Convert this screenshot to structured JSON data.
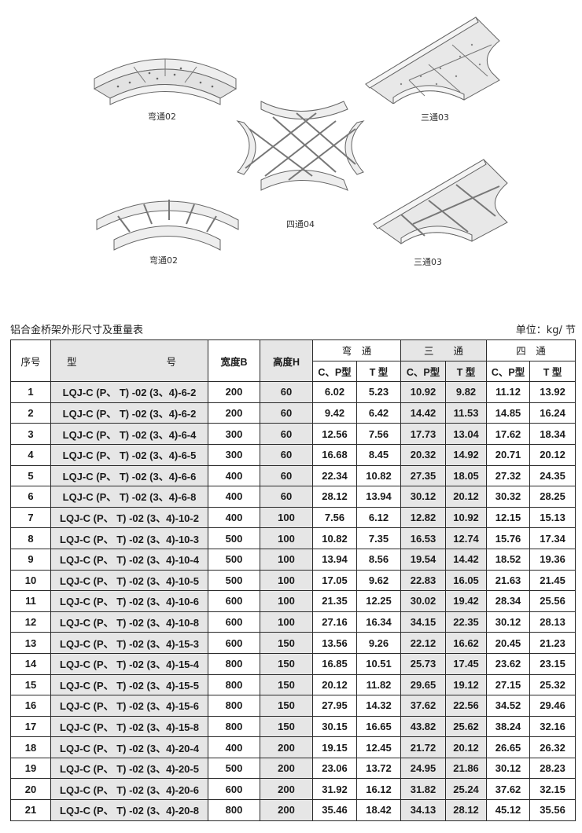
{
  "figures": [
    {
      "id": "elbow-perforated",
      "label": "弯通02"
    },
    {
      "id": "cross-ladder",
      "label": "四通04"
    },
    {
      "id": "tee-perforated",
      "label": "三通03"
    },
    {
      "id": "elbow-ladder",
      "label": "弯通02"
    },
    {
      "id": "tee-ladder",
      "label": "三通03"
    }
  ],
  "table": {
    "title": "铝合金桥架外形尺寸及重量表",
    "unit": "单位：kg/ 节",
    "headers": {
      "index": "序号",
      "model_a": "型",
      "model_b": "号",
      "width": "宽度B",
      "height": "高度H",
      "elbow": "弯　通",
      "tee": "三　　通",
      "cross": "四　通",
      "cp": "C、P型",
      "t": "T 型"
    },
    "rows": [
      [
        "1",
        "LQJ-C (P、 T) -02 (3、4)-6-2",
        "200",
        "60",
        "6.02",
        "5.23",
        "10.92",
        "9.82",
        "11.12",
        "13.92"
      ],
      [
        "2",
        "LQJ-C (P、 T) -02 (3、4)-6-2",
        "200",
        "60",
        "9.42",
        "6.42",
        "14.42",
        "11.53",
        "14.85",
        "16.24"
      ],
      [
        "3",
        "LQJ-C (P、 T) -02 (3、4)-6-4",
        "300",
        "60",
        "12.56",
        "7.56",
        "17.73",
        "13.04",
        "17.62",
        "18.34"
      ],
      [
        "4",
        "LQJ-C (P、 T) -02 (3、4)-6-5",
        "300",
        "60",
        "16.68",
        "8.45",
        "20.32",
        "14.92",
        "20.71",
        "20.12"
      ],
      [
        "5",
        "LQJ-C (P、 T) -02 (3、4)-6-6",
        "400",
        "60",
        "22.34",
        "10.82",
        "27.35",
        "18.05",
        "27.32",
        "24.35"
      ],
      [
        "6",
        "LQJ-C (P、 T) -02 (3、4)-6-8",
        "400",
        "60",
        "28.12",
        "13.94",
        "30.12",
        "20.12",
        "30.32",
        "28.25"
      ],
      [
        "7",
        "LQJ-C (P、 T) -02 (3、4)-10-2",
        "400",
        "100",
        "7.56",
        "6.12",
        "12.82",
        "10.92",
        "12.15",
        "15.13"
      ],
      [
        "8",
        "LQJ-C (P、 T) -02 (3、4)-10-3",
        "500",
        "100",
        "10.82",
        "7.35",
        "16.53",
        "12.74",
        "15.76",
        "17.34"
      ],
      [
        "9",
        "LQJ-C (P、 T) -02 (3、4)-10-4",
        "500",
        "100",
        "13.94",
        "8.56",
        "19.54",
        "14.42",
        "18.52",
        "19.36"
      ],
      [
        "10",
        "LQJ-C (P、 T) -02 (3、4)-10-5",
        "500",
        "100",
        "17.05",
        "9.62",
        "22.83",
        "16.05",
        "21.63",
        "21.45"
      ],
      [
        "11",
        "LQJ-C (P、 T) -02 (3、4)-10-6",
        "600",
        "100",
        "21.35",
        "12.25",
        "30.02",
        "19.42",
        "28.34",
        "25.56"
      ],
      [
        "12",
        "LQJ-C (P、 T) -02 (3、4)-10-8",
        "600",
        "100",
        "27.16",
        "16.34",
        "34.15",
        "22.35",
        "30.12",
        "28.13"
      ],
      [
        "13",
        "LQJ-C (P、 T) -02 (3、4)-15-3",
        "600",
        "150",
        "13.56",
        "9.26",
        "22.12",
        "16.62",
        "20.45",
        "21.23"
      ],
      [
        "14",
        "LQJ-C (P、 T) -02 (3、4)-15-4",
        "800",
        "150",
        "16.85",
        "10.51",
        "25.73",
        "17.45",
        "23.62",
        "23.15"
      ],
      [
        "15",
        "LQJ-C (P、 T) -02 (3、4)-15-5",
        "800",
        "150",
        "20.12",
        "11.82",
        "29.65",
        "19.12",
        "27.15",
        "25.32"
      ],
      [
        "16",
        "LQJ-C (P、 T) -02 (3、4)-15-6",
        "800",
        "150",
        "27.95",
        "14.32",
        "37.62",
        "22.56",
        "34.52",
        "29.46"
      ],
      [
        "17",
        "LQJ-C (P、 T) -02 (3、4)-15-8",
        "800",
        "150",
        "30.15",
        "16.65",
        "43.82",
        "25.62",
        "38.24",
        "32.16"
      ],
      [
        "18",
        "LQJ-C (P、 T) -02 (3、4)-20-4",
        "400",
        "200",
        "19.15",
        "12.45",
        "21.72",
        "20.12",
        "26.65",
        "26.32"
      ],
      [
        "19",
        "LQJ-C (P、 T) -02 (3、4)-20-5",
        "500",
        "200",
        "23.06",
        "13.72",
        "24.95",
        "21.86",
        "30.12",
        "28.23"
      ],
      [
        "20",
        "LQJ-C (P、 T) -02 (3、4)-20-6",
        "600",
        "200",
        "31.92",
        "16.12",
        "31.82",
        "25.24",
        "37.62",
        "32.15"
      ],
      [
        "21",
        "LQJ-C (P、 T) -02 (3、4)-20-8",
        "800",
        "200",
        "35.46",
        "18.42",
        "34.13",
        "28.12",
        "45.12",
        "35.56"
      ]
    ]
  }
}
